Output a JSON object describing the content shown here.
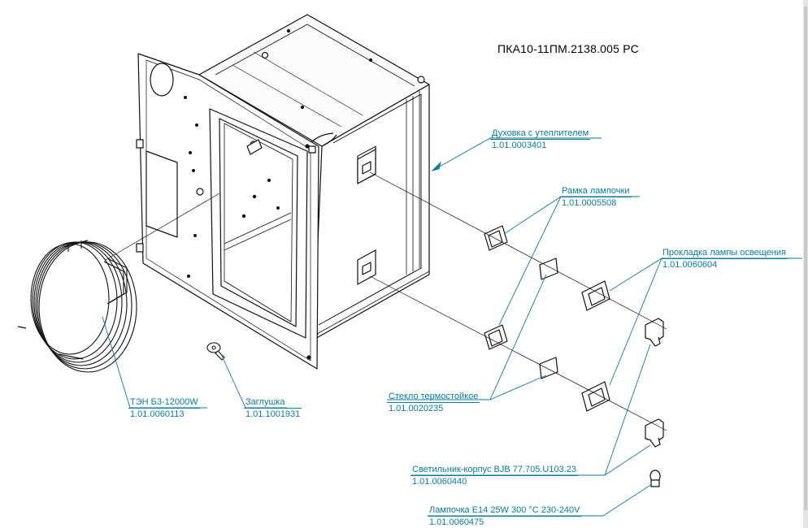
{
  "document_code": "ПКА10-11ПМ.2138.005 РС",
  "callouts": [
    {
      "name": "Духовка с утеплителем",
      "code": "1.01.0003401"
    },
    {
      "name": "Рамка лампочки",
      "code": "1.01.0005508"
    },
    {
      "name": "Прокладка лампы освещения",
      "code": "1.01.0060604"
    },
    {
      "name": "ТЭН Б3-12000W",
      "code": "1.01.0060113"
    },
    {
      "name": "Заглушка",
      "code": "1.01.1001931"
    },
    {
      "name": "Стекло термостойкое",
      "code": "1.01.0020235"
    },
    {
      "name": "Светильник-корпус BJB 77.705.U103.23",
      "code": "1.01.0060440"
    },
    {
      "name": "Лампочка E14 25W 300 °C 230-240V",
      "code": "1.01.0060475"
    }
  ],
  "colors": {
    "leader": "#0a7b9e",
    "line": "#111111",
    "background": "#ffffff"
  }
}
